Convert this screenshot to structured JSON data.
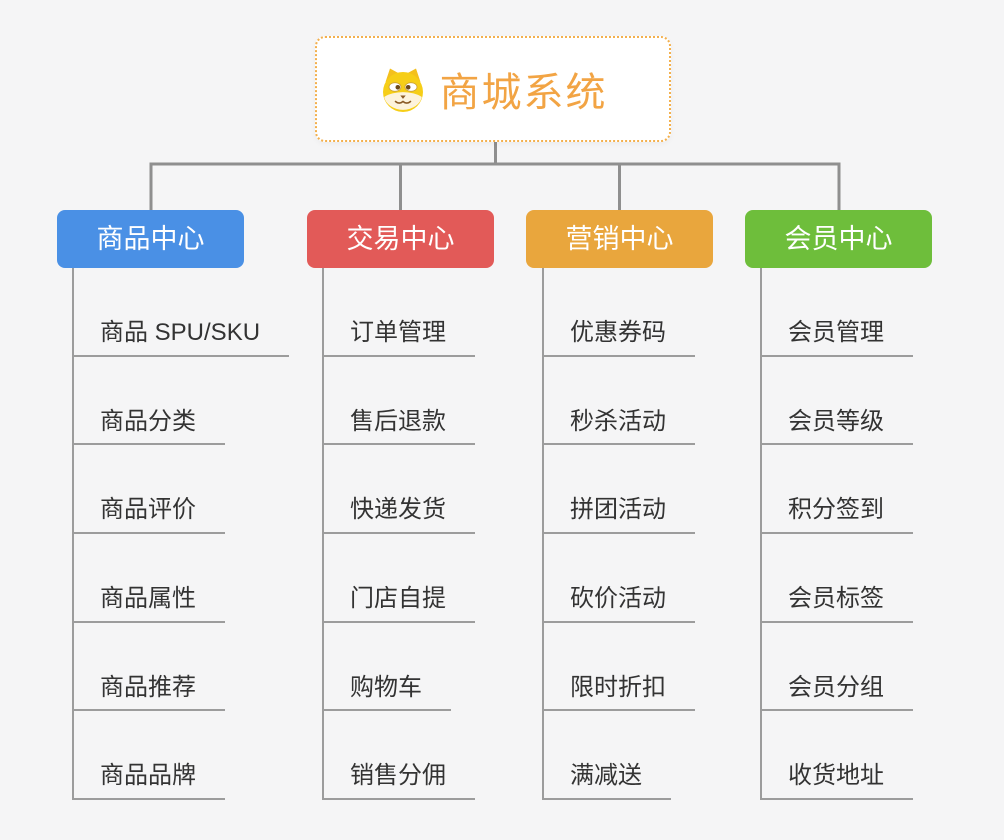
{
  "root": {
    "title": "商城系统",
    "icon": "doge-icon"
  },
  "branches": [
    {
      "label": "商品中心",
      "color": "#4a90e5",
      "items": [
        "商品 SPU/SKU",
        "商品分类",
        "商品评价",
        "商品属性",
        "商品推荐",
        "商品品牌"
      ]
    },
    {
      "label": "交易中心",
      "color": "#e25a58",
      "items": [
        "订单管理",
        "售后退款",
        "快递发货",
        "门店自提",
        "购物车",
        "销售分佣"
      ]
    },
    {
      "label": "营销中心",
      "color": "#e9a63d",
      "items": [
        "优惠券码",
        "秒杀活动",
        "拼团活动",
        "砍价活动",
        "限时折扣",
        "满减送"
      ]
    },
    {
      "label": "会员中心",
      "color": "#6ebe3b",
      "items": [
        "会员管理",
        "会员等级",
        "积分签到",
        "会员标签",
        "会员分组",
        "收货地址"
      ]
    }
  ],
  "colors": {
    "background": "#f5f5f6",
    "connector": "#8f8f8f",
    "item_line": "#9c9c9c",
    "item_text": "#333333",
    "root_text": "#f2a444",
    "root_border": "#f3b04e",
    "root_background": "#ffffff"
  }
}
